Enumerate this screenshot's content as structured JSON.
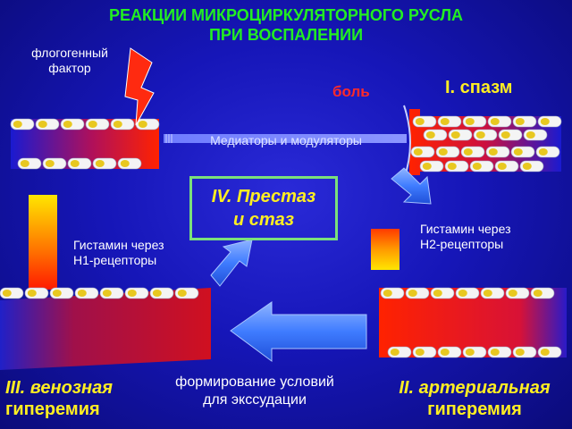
{
  "title_line1": "РЕАКЦИИ МИКРОЦИРКУЛЯТОРНОГО РУСЛА",
  "title_line2": "ПРИ ВОСПАЛЕНИИ",
  "phlogogenic_line1": "флогогенный",
  "phlogogenic_line2": "фактор",
  "pain": "боль",
  "stage1": "I. спазм",
  "mediators": "Медиаторы и модуляторы",
  "stage4_line1": "IV. Престаз",
  "stage4_line2": "и стаз",
  "histamine_h1_line1": "Гистамин через",
  "histamine_h1_line2": "H1-рецепторы",
  "histamine_h2_line1": "Гистамин через",
  "histamine_h2_line2": "H2-рецепторы",
  "stage3_line1": "III. венозная",
  "stage3_line2": "гиперемия",
  "stage2_line1": "II. артериальная",
  "stage2_line2": "гиперемия",
  "exudation_line1": "формирование условий",
  "exudation_line2": "для экссудации",
  "colors": {
    "title": "#22ee22",
    "stage_labels": "#ffee22",
    "pain": "#ff2a2a",
    "vessel_blood": "#ff2200",
    "arrows": "#2f74ff"
  }
}
